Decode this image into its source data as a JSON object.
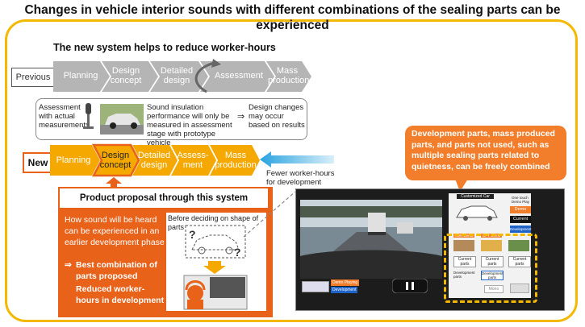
{
  "title": "Changes in vehicle interior sounds with different combinations of the sealing parts can be experienced",
  "subtitle": "The new system helps to reduce worker-hours",
  "previous": {
    "label": "Previous",
    "steps": [
      "Planning",
      "Design concept",
      "Detailed design",
      "Assessment",
      "Mass production"
    ],
    "note_left": "Assessment with actual measurements",
    "note_middle": "Sound insulation performance will only be measured in assessment stage with prototype vehicle",
    "note_arrow": "⇒",
    "note_right": "Design changes may occur based on results"
  },
  "new": {
    "label": "New",
    "steps": [
      "Planning",
      "Design concept",
      "Detailed design",
      "Assess-ment",
      "Mass production"
    ],
    "fewer_hours": "Fewer worker-hours for development"
  },
  "proposal": {
    "heading": "Product proposal through this system",
    "body": "How sound will be heard can be experienced in an earlier development phase",
    "arrow": "⇒",
    "benefit1": "Best combination of parts proposed",
    "benefit2": "Reduced worker-hours in development",
    "before_shape": "Before deciding on shape of parts"
  },
  "callout": "Development parts, mass produced parts, and parts not used, such as multiple sealing parts related to quietness, can be freely combined",
  "screen_ui": {
    "panel_title": "Customized Car",
    "one_touch": "One touch Demo Play",
    "demo": "Demo",
    "current": "Current",
    "development": "Development",
    "run_demo": "RUN Demo",
    "opt_demo": "OPT Demo",
    "current_parts": "Current parts",
    "development_parts": "Development parts",
    "mono": "Mono",
    "demo_playing": "Demo Playing",
    "development_badge": "Development"
  },
  "colors": {
    "gray_chevron": "#b5b5b5",
    "orange_chevron": "#f5a800",
    "highlight": "#e8621a",
    "blue_arrow": "#29a3e0",
    "frame": "#f5b800"
  }
}
